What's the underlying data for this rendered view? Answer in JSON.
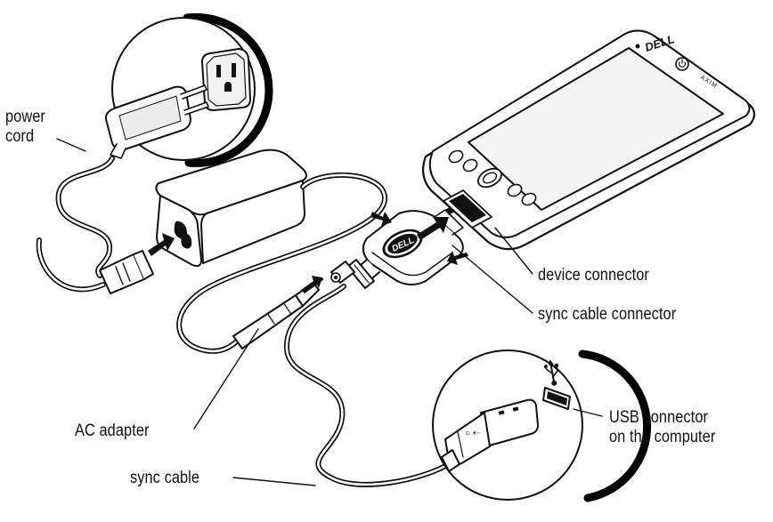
{
  "labels": {
    "power_cord": [
      "power",
      "cord"
    ],
    "device_connector": "device connector",
    "sync_cable_connector": "sync cable connector",
    "ac_adapter": "AC adapter",
    "usb_connector": [
      "USB connector",
      "on the computer"
    ],
    "sync_cable": "sync cable"
  },
  "brand": {
    "device_logo": "DELL",
    "connector_logo": "DELL",
    "model": "AXIM"
  },
  "colors": {
    "line": "#111111",
    "fill": "#ffffff",
    "screen": "#f4f4f4",
    "shade": "#dcdcdc"
  }
}
